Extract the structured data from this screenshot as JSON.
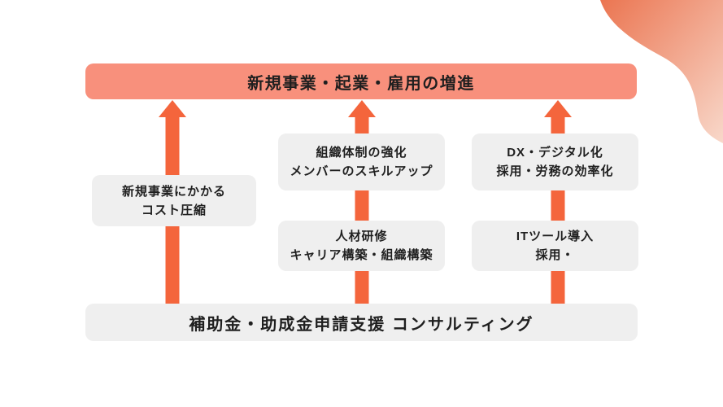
{
  "banner": {
    "title": "新規事業・起業・雇用の増進"
  },
  "foundation": {
    "label": "補助金・助成金申請支援 コンサルティング"
  },
  "benefit_boxes": {
    "cost": {
      "line1": "新規事業にかかる",
      "line2": "コスト圧縮"
    },
    "org_strength": {
      "line1": "組織体制の強化",
      "line2": "メンバーのスキルアップ"
    },
    "training": {
      "line1": "人材研修",
      "line2": "キャリア構築・組織構築"
    },
    "dx": {
      "line1": "DX・デジタル化",
      "line2": "採用・労務の効率化"
    },
    "it_tools": {
      "line1": "ITツール導入",
      "line2": "採用・"
    }
  },
  "icons": {
    "up_arrow": "up-arrow",
    "corner_blob": "corner-blob"
  },
  "colors": {
    "banner": "#F8907C",
    "arrow": "#F4653C",
    "box_bg": "#EFEFEF",
    "text": "#1F1F1F",
    "background": "#FFFFFF",
    "blob_start": "#EB7551",
    "blob_end": "#F8D8CA"
  }
}
